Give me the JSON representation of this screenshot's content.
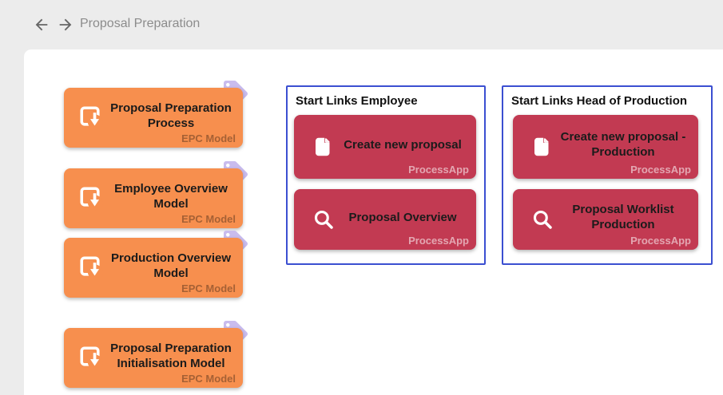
{
  "header": {
    "title": "Proposal Preparation",
    "back_icon": "arrow-left",
    "forward_icon": "arrow-right"
  },
  "colors": {
    "background": "#ececec",
    "surface": "#ffffff",
    "model_card": "#f78f4e",
    "app_card": "#c23a52",
    "group_border": "#3b4fd1",
    "tag": "#c9bcee",
    "header_text": "#8c8c8c",
    "arrow": "#666666",
    "card_text": "#1b1b1b"
  },
  "model_cards": [
    {
      "label": "Proposal Preparation Process",
      "type_label": "EPC Model",
      "icon": "model-icon",
      "badge": "tag-icon"
    },
    {
      "label": "Employee Overview Model",
      "type_label": "EPC Model",
      "icon": "model-icon",
      "badge": "tag-icon"
    },
    {
      "label": "Production Overview Model",
      "type_label": "EPC Model",
      "icon": "model-icon",
      "badge": "tag-icon"
    },
    {
      "label": "Proposal Preparation Initialisation Model",
      "type_label": "EPC Model",
      "icon": "model-icon",
      "badge": "tag-icon"
    }
  ],
  "groups": [
    {
      "title": "Start Links Employee",
      "apps": [
        {
          "label": "Create new proposal",
          "type_label": "ProcessApp",
          "icon": "document-icon"
        },
        {
          "label": "Proposal Overview",
          "type_label": "ProcessApp",
          "icon": "search-icon"
        }
      ]
    },
    {
      "title": "Start Links Head of Production",
      "apps": [
        {
          "label": "Create new proposal - Production",
          "type_label": "ProcessApp",
          "icon": "document-icon"
        },
        {
          "label": "Proposal Worklist Production",
          "type_label": "ProcessApp",
          "icon": "search-icon"
        }
      ]
    }
  ]
}
